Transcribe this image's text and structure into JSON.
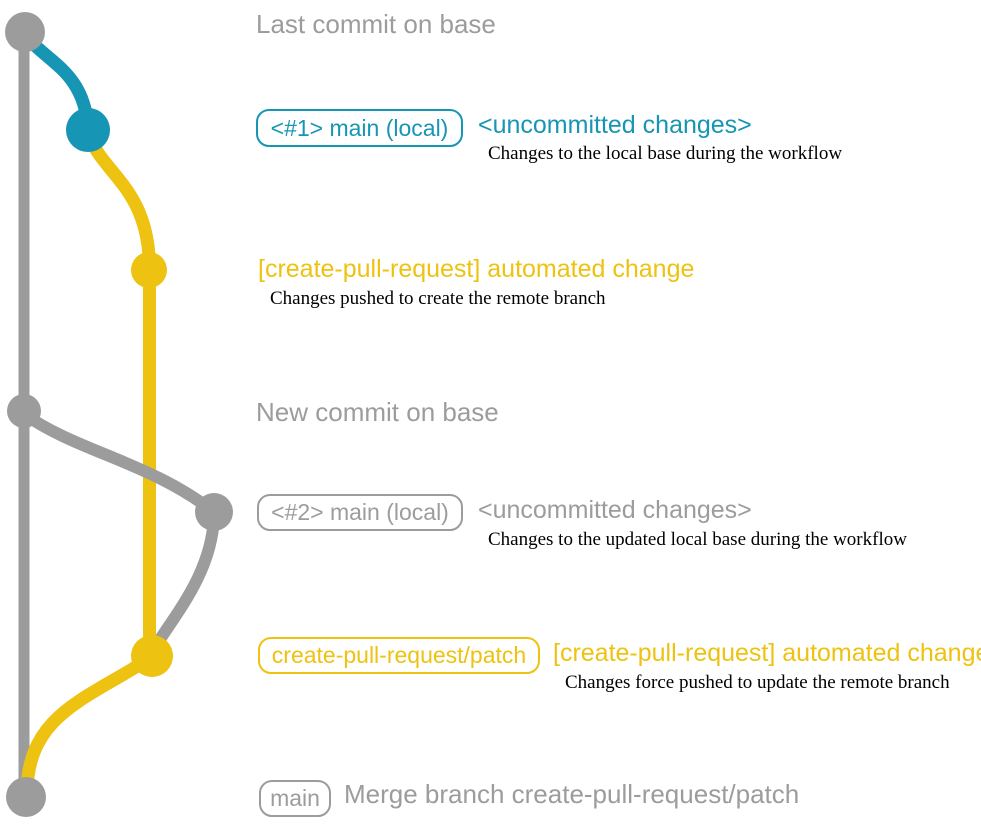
{
  "colors": {
    "base_gray": "#9C9C9C",
    "local_blue": "#1795B5",
    "branch_yellow": "#EEC211",
    "caption_black": "#000000"
  },
  "rows": {
    "row1": {
      "heading": "Last commit on base"
    },
    "row2": {
      "branch_label": "<#1> main (local)",
      "message": "<uncommitted changes>",
      "caption": "Changes to the local base during the workflow"
    },
    "row3": {
      "message": "[create-pull-request] automated change",
      "caption": "Changes pushed to create the remote branch"
    },
    "row4": {
      "heading": "New commit on base"
    },
    "row5": {
      "branch_label": "<#2> main (local)",
      "message": "<uncommitted changes>",
      "caption": "Changes to the updated local base during the workflow"
    },
    "row6": {
      "branch_label": "create-pull-request/patch",
      "message": "[create-pull-request] automated change",
      "caption": "Changes force pushed to update the remote branch"
    },
    "row7": {
      "branch_label": "main",
      "message": "Merge branch create-pull-request/patch"
    }
  }
}
